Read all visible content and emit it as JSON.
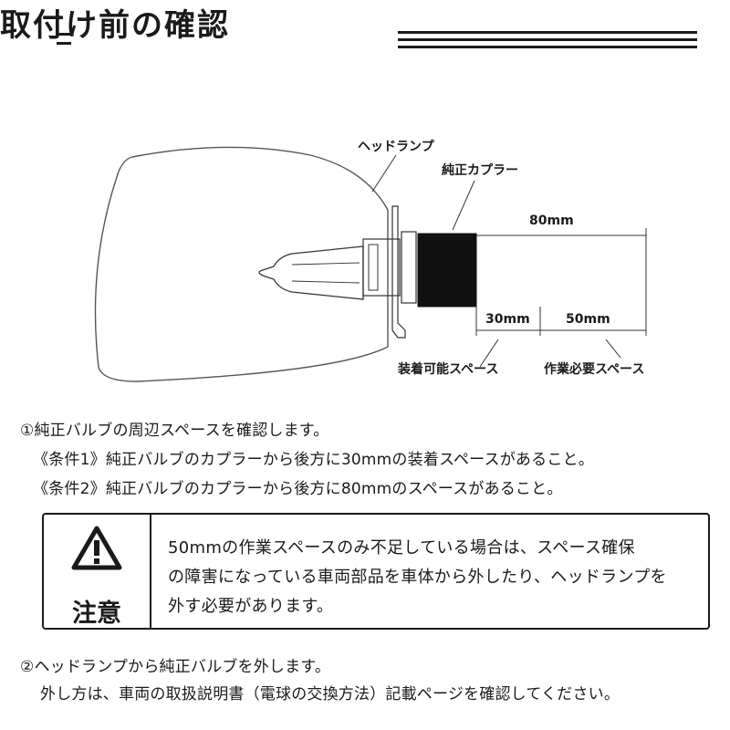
{
  "header": {
    "title": "取付け前の確認"
  },
  "diagram": {
    "headlamp_label": "ヘッドランプ",
    "coupler_label": "純正カプラー",
    "dim_total": "80mm",
    "dim_mount": "30mm",
    "dim_work": "50mm",
    "mount_space_label": "装着可能スペース",
    "work_space_label": "作業必要スペース"
  },
  "step1": {
    "heading": "①純正バルブの周辺スペースを確認します。",
    "condition1": "《条件1》純正バルブのカプラーから後方に30mmの装着スペースがあること。",
    "condition2": "《条件2》純正バルブのカプラーから後方に80mmのスペースがあること。"
  },
  "caution": {
    "label": "注意",
    "icon": "warning-triangle-icon",
    "lines": [
      "50mmの作業スペースのみ不足している場合は、スペース確保",
      "の障害になっている車両部品を車体から外したり、ヘッドランプを",
      "外す必要があります。"
    ]
  },
  "step2": {
    "heading": "②ヘッドランプから純正バルブを外します。",
    "detail": "外し方は、車両の取扱説明書（電球の交換方法）記載ページを確認してください。"
  }
}
